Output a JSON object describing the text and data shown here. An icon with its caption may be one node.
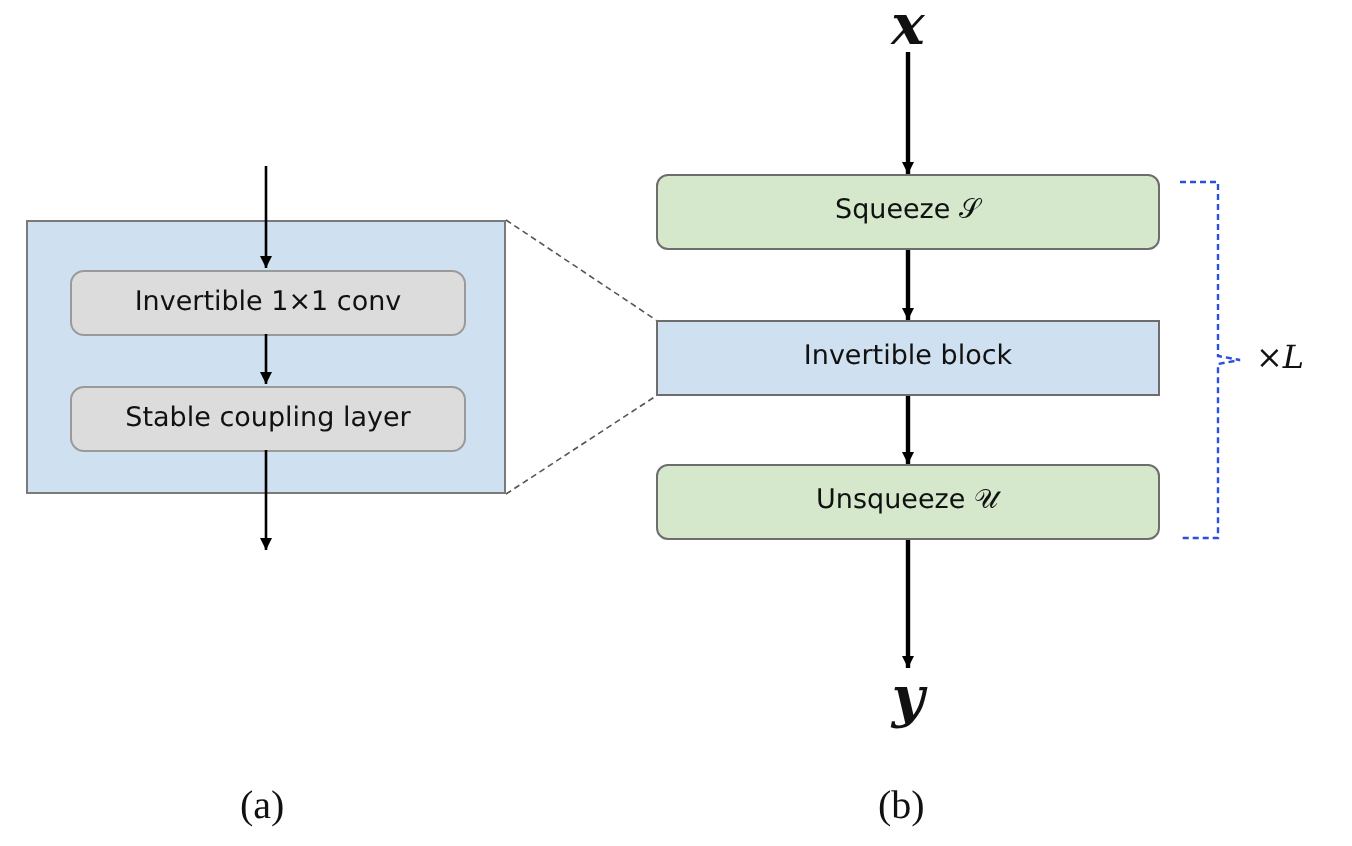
{
  "diagram": {
    "nodes": [
      {
        "text": [],
        "shape": "box"
      },
      {
        "text": [
          "Invertible 1×1 conv"
        ],
        "in": 0
      },
      {
        "text": [
          "Stable coupling layer"
        ],
        "in": 0
      },
      {
        "text": [
          "x"
        ]
      },
      {
        "text": [
          "Squeeze 𝒮"
        ]
      },
      {
        "text": [
          "Invertible block"
        ]
      },
      {
        "text": [
          "Unsqueeze 𝒰"
        ]
      },
      {
        "text": [
          "y"
        ]
      }
    ],
    "edges": [
      {
        "from": null,
        "to": 1,
        "arrow": "to"
      },
      {
        "from": 1,
        "to": 2,
        "arrow": "to"
      },
      {
        "from": 2,
        "to": null,
        "arrow": "to"
      },
      {
        "from": 3,
        "to": 4,
        "arrow": "to"
      },
      {
        "from": 4,
        "to": 5,
        "arrow": "to"
      },
      {
        "from": 5,
        "to": 6,
        "arrow": "to"
      },
      {
        "from": 6,
        "to": 7,
        "arrow": "to"
      },
      {
        "from": 0,
        "to": 5,
        "arrow": "none",
        "style": "dashed",
        "color": "#555555"
      },
      {
        "from": 0,
        "to": 5,
        "arrow": "none",
        "style": "dashed",
        "color": "#555555"
      }
    ],
    "labels": [
      "×*L*",
      "(a)",
      "(b)"
    ]
  }
}
